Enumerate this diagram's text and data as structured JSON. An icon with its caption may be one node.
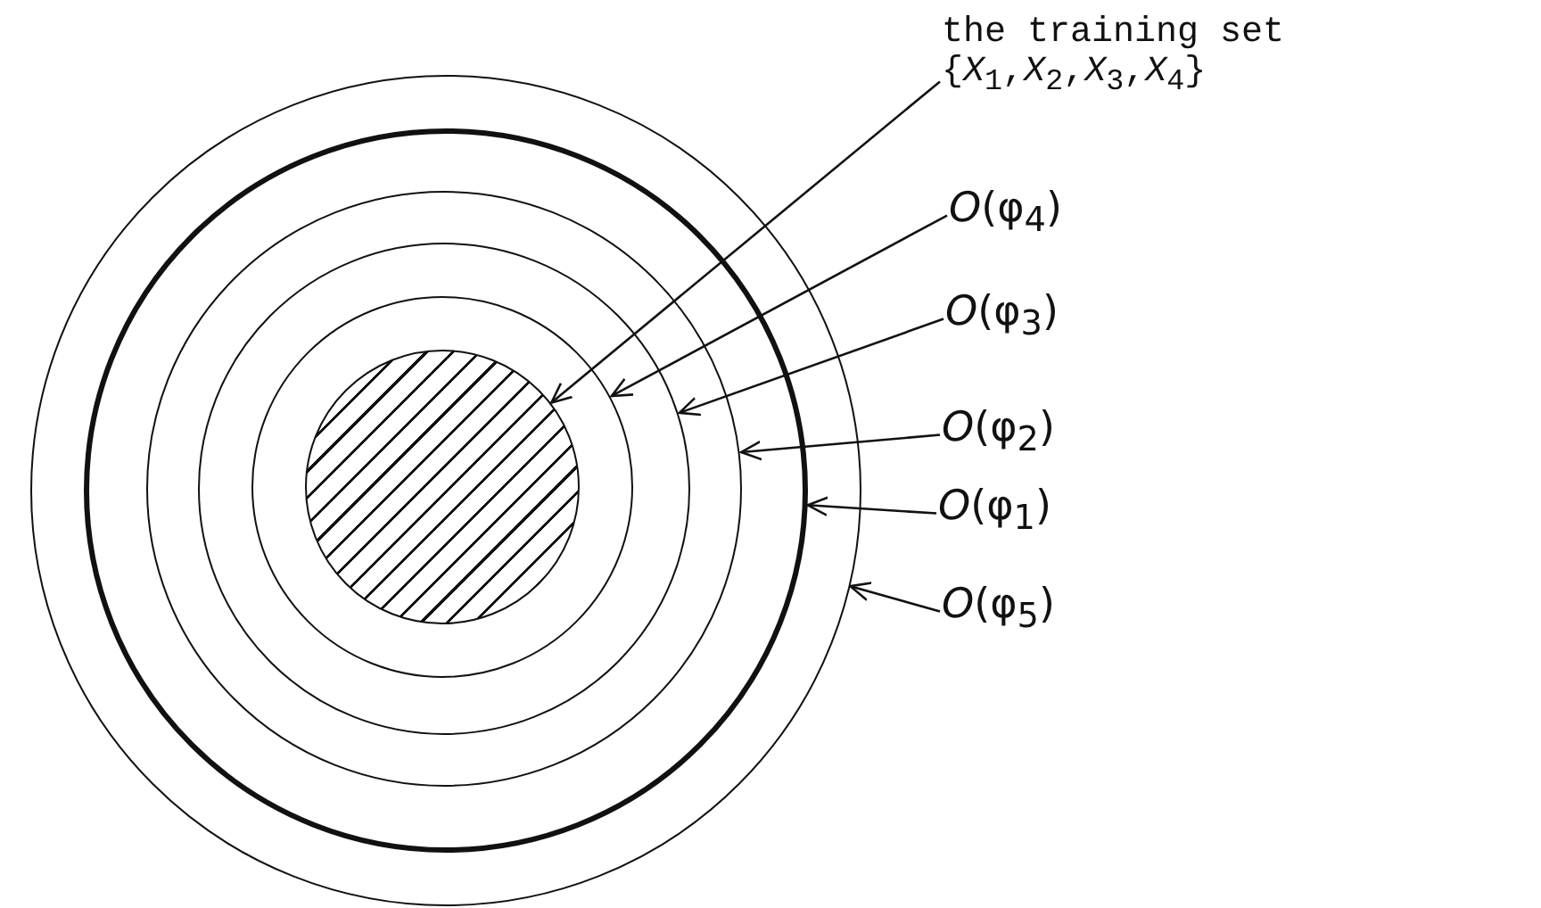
{
  "diagram": {
    "nodes": [
      {
        "text": [],
        "shape": "circle"
      },
      {
        "text": [],
        "shape": "circle",
        "in": 0
      },
      {
        "text": [],
        "shape": "circle",
        "in": 1
      },
      {
        "text": [],
        "shape": "circle",
        "in": 2
      },
      {
        "text": [],
        "shape": "circle",
        "in": 3
      },
      {
        "text": [],
        "shape": "circle",
        "in": 4
      },
      {
        "text": [
          "the training set {*X*$_{1}$,*X*$_{2}$,*X*$_{3}$,*X*$_{4}$}"
        ]
      },
      {
        "text": [
          "*O*(φ$_{4}$)"
        ]
      },
      {
        "text": [
          "*O*(φ$_{3}$)"
        ]
      },
      {
        "text": [
          "*O*(φ$_{2}$)"
        ]
      },
      {
        "text": [
          "*O*(φ$_{1}$)"
        ]
      },
      {
        "text": [
          "*O*(φ$_{5}$)"
        ]
      }
    ],
    "edges": [
      {
        "from": 6,
        "to": 5,
        "arrow": "to"
      },
      {
        "from": 7,
        "to": 4,
        "arrow": "to"
      },
      {
        "from": 8,
        "to": 3,
        "arrow": "to"
      },
      {
        "from": 9,
        "to": 2,
        "arrow": "to"
      },
      {
        "from": 10,
        "to": 1,
        "arrow": "to"
      },
      {
        "from": 11,
        "to": 0,
        "arrow": "to"
      }
    ]
  }
}
